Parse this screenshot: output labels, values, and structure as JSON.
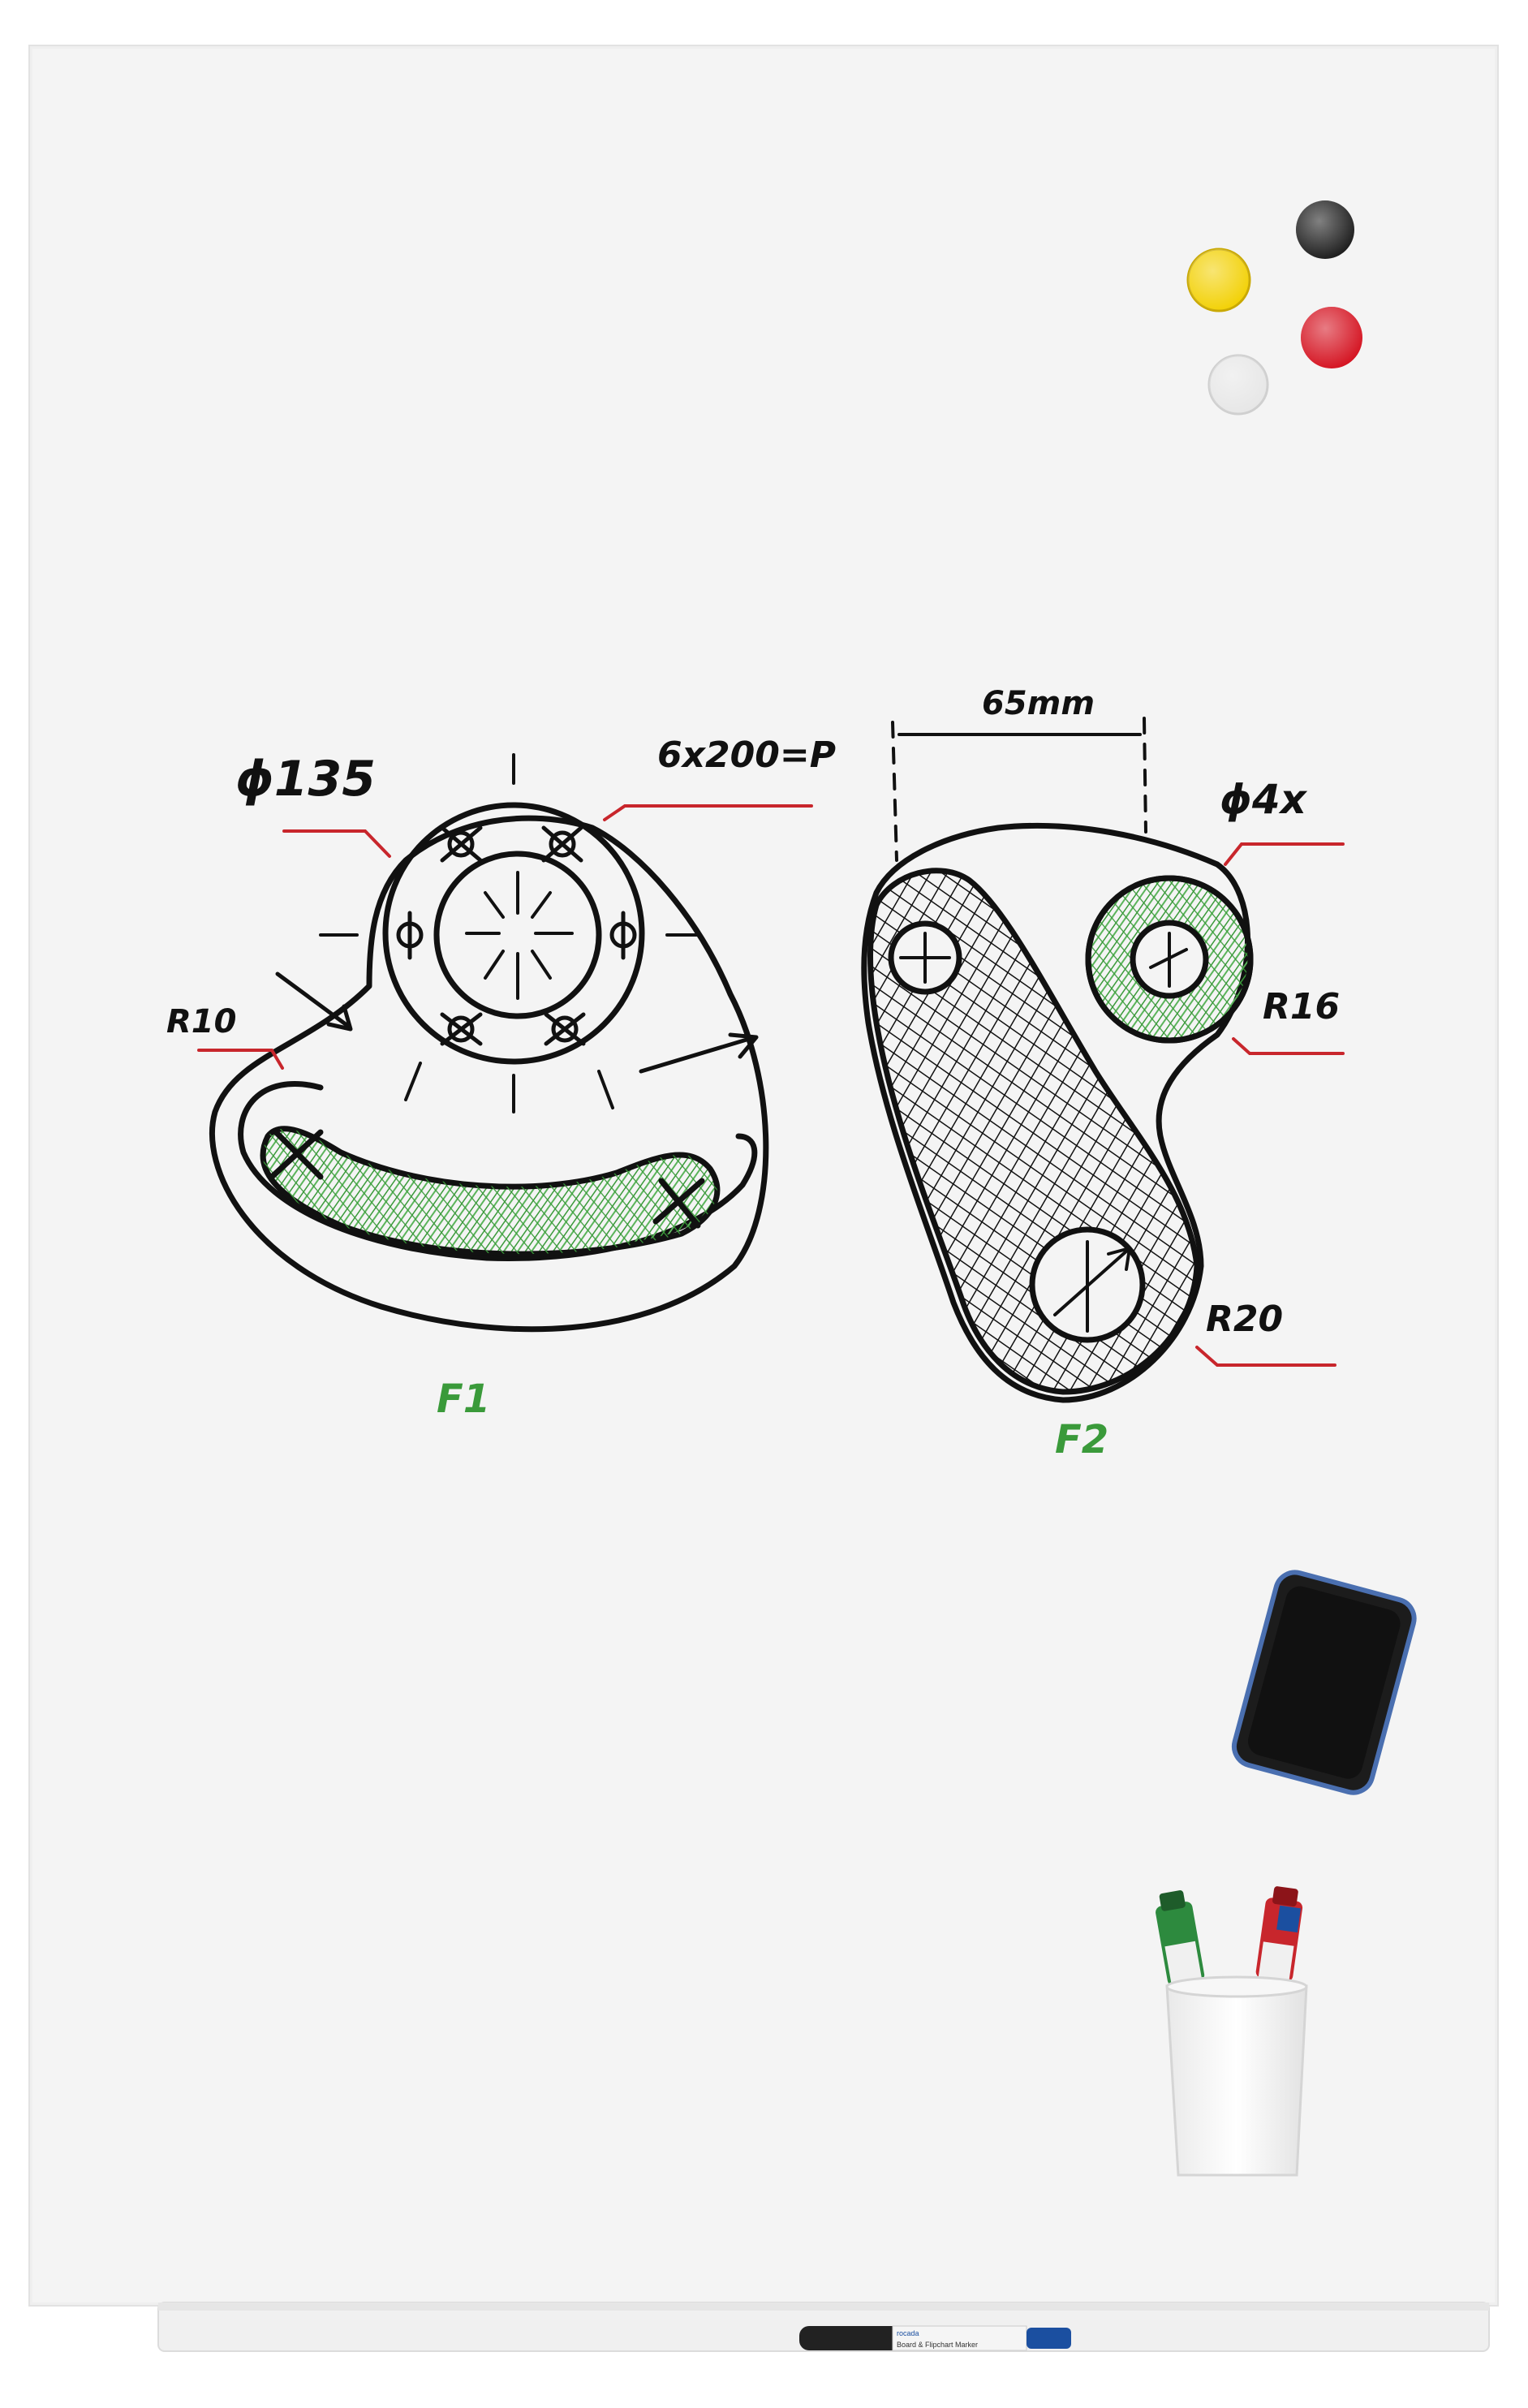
{
  "board": {
    "surface_color": "#f3f3f3",
    "frame_color": "#ebebeb",
    "ink_black": "#111111",
    "ink_red": "#c8262c",
    "ink_green": "#3a9a3a"
  },
  "magnets": [
    {
      "name": "black-magnet",
      "color": "#1a1a1a"
    },
    {
      "name": "yellow-magnet",
      "color": "#f2d000"
    },
    {
      "name": "red-magnet",
      "color": "#d4101e"
    },
    {
      "name": "white-magnet",
      "color": "#e8e8e8"
    }
  ],
  "sketch_f1": {
    "figure_label": "F1",
    "dimension_diameter": "ϕ135",
    "dimension_pattern": "6x200=P",
    "dimension_radius": "R10"
  },
  "sketch_f2": {
    "figure_label": "F2",
    "dimension_width": "65mm",
    "dimension_diameter": "ϕ4x",
    "dimension_radius_top": "R16",
    "dimension_radius_bottom": "R20"
  },
  "accessories": {
    "eraser_icon": "eraser-icon",
    "pen_cup_icon": "pen-cup-icon",
    "marker_colors": [
      "#2d8a3e",
      "#c8262c",
      "#1b4fa0"
    ]
  },
  "marker_label": {
    "brand": "rocada",
    "product": "Board & Flipchart Marker"
  }
}
